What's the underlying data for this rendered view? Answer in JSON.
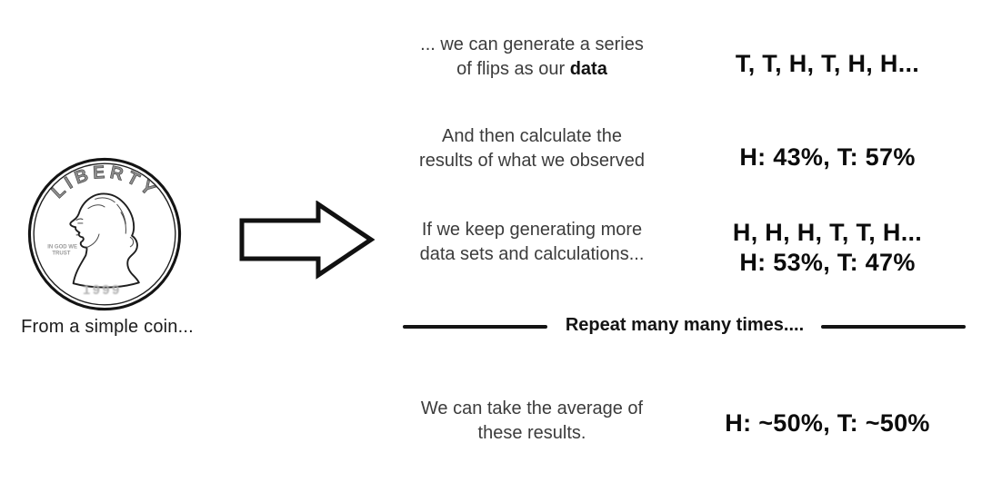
{
  "colors": {
    "background": "#ffffff",
    "text_primary": "#0c0c0c",
    "text_secondary": "#3c3c3c",
    "coin_engraving_gray": "#9a9a9a"
  },
  "coin": {
    "liberty": "LIBERTY",
    "motto_line1": "IN GOD WE",
    "motto_line2": "TRUST",
    "date": "1999",
    "caption": "From a simple coin..."
  },
  "steps": {
    "step1": {
      "line1": "... we can generate a series",
      "line2_prefix": "of flips as our ",
      "line2_bold": "data",
      "result": "T, T, H, T, H, H..."
    },
    "step2": {
      "line1": "And then calculate the",
      "line2": "results of what we observed",
      "result": "H: 43%, T: 57%"
    },
    "step3": {
      "line1": "If we keep generating more",
      "line2": "data sets and calculations...",
      "result1": "H, H, H, T, T, H...",
      "result2": "H: 53%, T: 47%"
    },
    "step4": {
      "line1": "We can take the average of",
      "line2": "these results.",
      "result": "H: ~50%, T: ~50%"
    }
  },
  "divider": {
    "label": "Repeat many many times...."
  }
}
